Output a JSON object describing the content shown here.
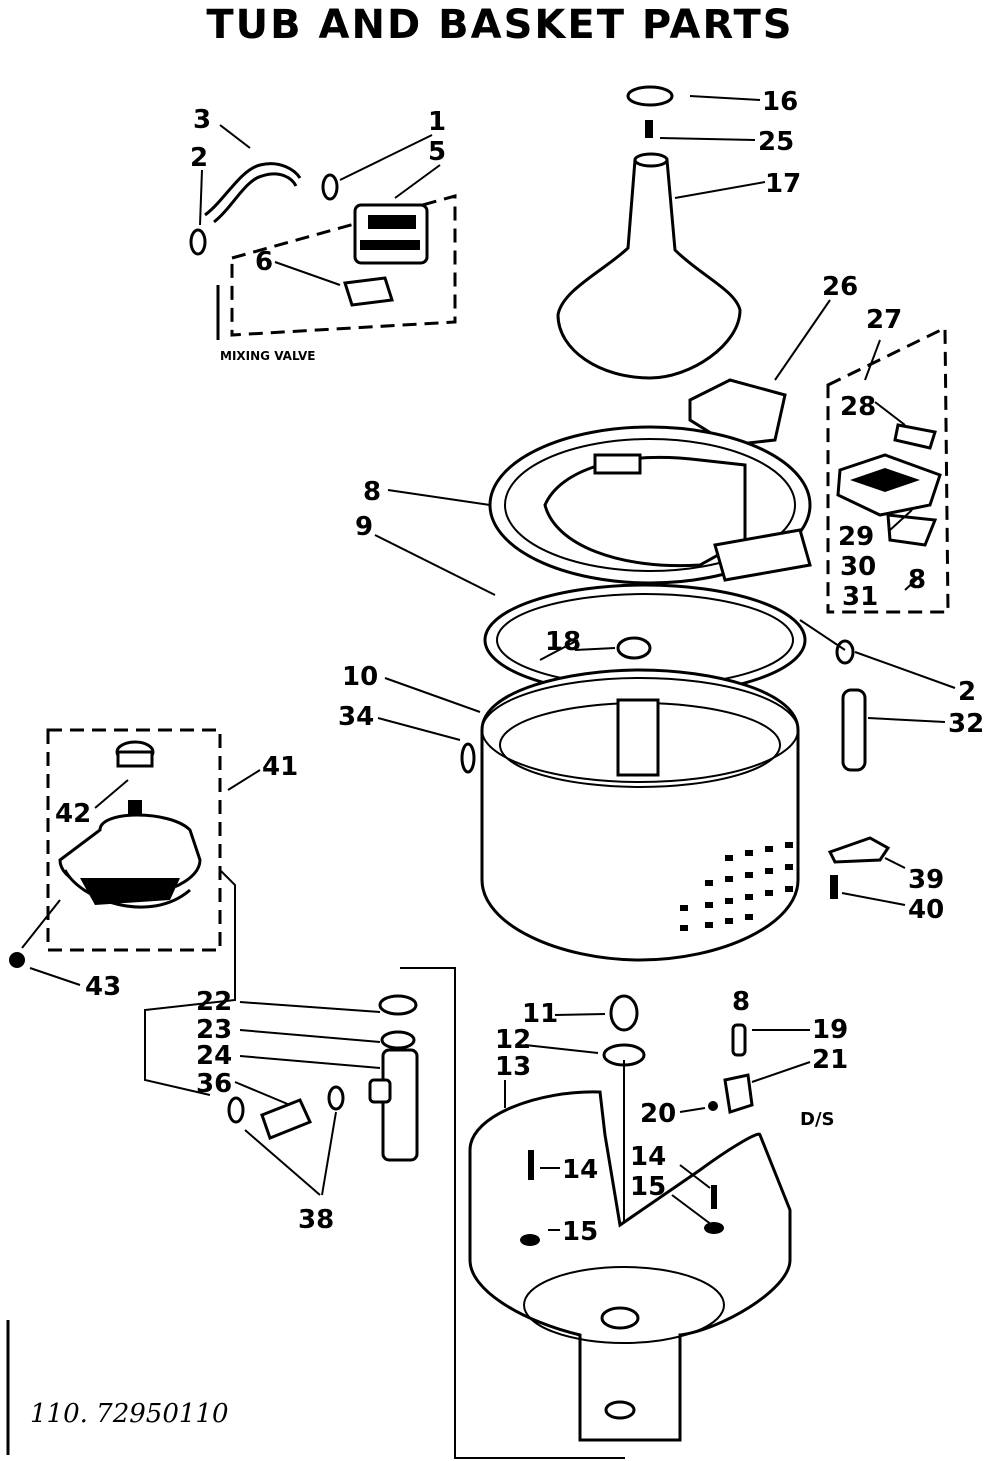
{
  "title": "TUB AND BASKET PARTS",
  "labels": {
    "mixing_valve": "MIXING VALVE",
    "ds": "D/S",
    "model_number": "110. 72950110"
  },
  "parts": {
    "p1": "1",
    "p2": "2",
    "p2b": "2",
    "p3": "3",
    "p5": "5",
    "p6": "6",
    "p8": "8",
    "p8b": "8",
    "p8c": "8",
    "p9": "9",
    "p10": "10",
    "p11": "11",
    "p12": "12",
    "p13": "13",
    "p14": "14",
    "p14b": "14",
    "p15": "15",
    "p15b": "15",
    "p16": "16",
    "p17": "17",
    "p18": "18",
    "p19": "19",
    "p20": "20",
    "p21": "21",
    "p22": "22",
    "p23": "23",
    "p24": "24",
    "p25": "25",
    "p26": "26",
    "p27": "27",
    "p28": "28",
    "p29": "29",
    "p30": "30",
    "p31": "31",
    "p32": "32",
    "p34": "34",
    "p36": "36",
    "p38": "38",
    "p39": "39",
    "p40": "40",
    "p41": "41",
    "p42": "42",
    "p43": "43"
  }
}
